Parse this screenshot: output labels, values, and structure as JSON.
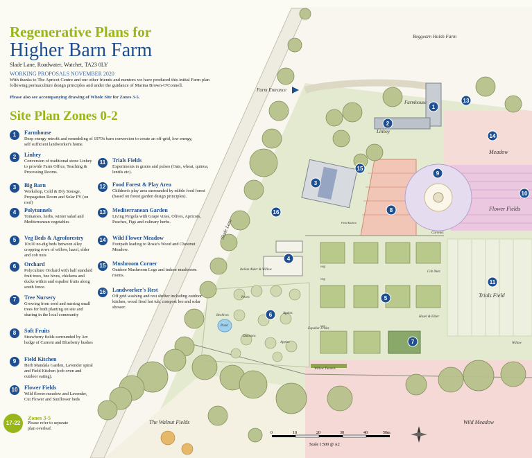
{
  "title_line1": "Regenerative Plans for",
  "title_line2": "Higher Barn Farm",
  "address": "Slade Lane, Roadwater, Watchet, TA23 0LY",
  "working_proposals": "WORKING PROPOSALS NOVEMBER 2020",
  "intro": "With thanks to  The Apricot Centre and our other friends and mentors we have produced this initial Farm plan following permaculture design principles and under the guidance of Marina Brown-O'Connell.",
  "note": "Please also see accompanying drawing of Whole Site for Zones 3-5.",
  "zones_heading": "Site Plan Zones 0-2",
  "zones": [
    {
      "num": "1",
      "title": "Farmhouse",
      "desc": "Deep energy retrofit and remodeling of 1970's barn conversion to create an off-grid, low energy, self sufficient landworker's home."
    },
    {
      "num": "2",
      "title": "Linhey",
      "desc": "Conversion of traditional stone Linhey to provide Farm Office, Teaching & Processing Rooms."
    },
    {
      "num": "3",
      "title": "Big Barn",
      "desc": "Workshop, Cold & Dry Storage, Propagation Room and Solar PV (on roof)"
    },
    {
      "num": "4",
      "title": "Polytunnels",
      "desc": "Tomatoes, herbs, winter salad and Mediterranean vegetables"
    },
    {
      "num": "5",
      "title": "Veg Beds & Agroforestry",
      "desc": "10x10 no-dig beds between alley cropping rows of willow, hazel, elder and cob nuts"
    },
    {
      "num": "6",
      "title": "Orchard",
      "desc": "Polyculture Orchard with half standard fruit trees, bee hives, chickens and ducks within and espalier fruits along south fence."
    },
    {
      "num": "7",
      "title": "Tree Nursery",
      "desc": "Growing from seed and nursing small trees for both planting on site and sharing in the local community"
    },
    {
      "num": "8",
      "title": "Soft Fruits",
      "desc": "Strawberry fields surrounded by Arc hedge of Current and Blueberry bushes"
    },
    {
      "num": "9",
      "title": "Field Kitchen",
      "desc": "Herb Mandala Garden, Lavender spiral and Field Kitchen (cob oven and outdoor eating)."
    },
    {
      "num": "10",
      "title": "Flower Fields",
      "desc": "Wild flower meadow and Lavender, Cut Flower and Sunflower beds"
    },
    {
      "num": "11",
      "title": "Trials Fields",
      "desc": "Experiments in grains and pulses (Oats, wheat, quinoa, lentils etc)."
    },
    {
      "num": "12",
      "title": "Food Forest & Play Area",
      "desc": "Children's play area surrounded by edible food forest (based on forest garden design principles)."
    },
    {
      "num": "13",
      "title": "Mediterranean Garden",
      "desc": "Living Pergola with Grape vines, Olives, Apricots, Peaches, Figs and culinary herbs."
    },
    {
      "num": "14",
      "title": "Wild Flower Meadow",
      "desc": "Footpath leading to Rosie's Wood and Chestnut Meadow."
    },
    {
      "num": "15",
      "title": "Mushroom Corner",
      "desc": "Outdoor Mushroom Logs and indoor mushroom rooms."
    },
    {
      "num": "16",
      "title": "Landworker's Rest",
      "desc": "Off grid washing and rest shelter including outdoor kitchen, wood fired hot tub, compost loo and solar shower."
    }
  ],
  "other_zones": {
    "num": "17-22",
    "title": "Zones 3-5",
    "desc": "Please refer to separate plan overleaf."
  },
  "map_labels": {
    "beggearn": "Beggearn Huish Farm",
    "farm_entrance": "Farm Entrance",
    "farmhouse": "Farmhouse",
    "linhey": "Linhey",
    "meadow": "Meadow",
    "flower_fields": "Flower Fields",
    "trials_field": "Trials Field",
    "wild_meadow": "Wild Meadow",
    "walnut_fields": "The Walnut Fields",
    "slade_lane": "Slade Lane",
    "currents": "Currents",
    "cob_nuts": "Cob Nuts",
    "hazel_elder": "Hazel & Elder",
    "willow": "Willow",
    "veg1": "veg",
    "veg2": "veg",
    "veg3": "veg",
    "italian_alder": "Italian Alder & Willow",
    "pears": "Pears",
    "beehives": "Beehives",
    "apples1": "Apples",
    "apples2": "Apples",
    "pond": "Pond",
    "damsons": "Damsons",
    "espalier": "Espalier Fruits",
    "willow_tunnels": "Willow Tunnels",
    "field_kitchen": "Field Kitchen",
    "scale": "Scale 1:500 @ A2",
    "scale_ticks": [
      "0",
      "10",
      "20",
      "30",
      "40",
      "50m"
    ]
  },
  "colors": {
    "title_green": "#98b519",
    "title_blue": "#1d4f91",
    "marker": "#1d4f91",
    "grass": "#dfe8c9",
    "road": "#f6f4ea",
    "meadow": "#f6dcd6",
    "veg_bed": "#b9c98c"
  }
}
